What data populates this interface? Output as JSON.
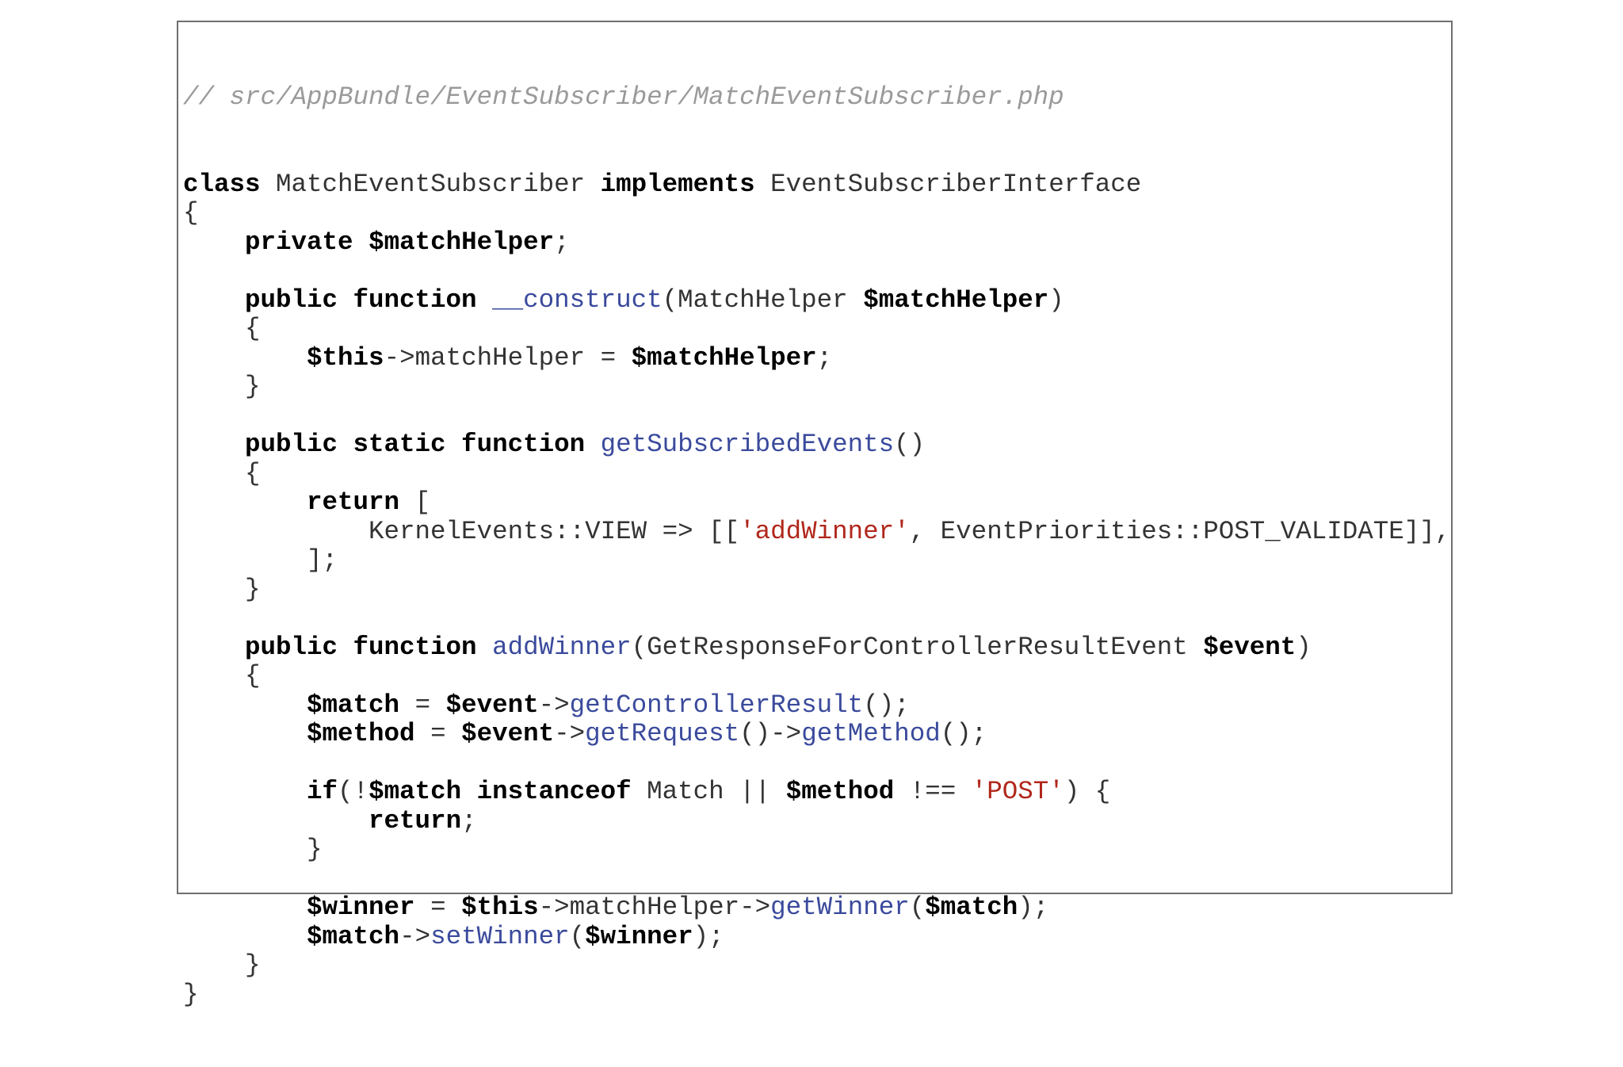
{
  "document": {
    "comment": "// src/AppBundle/EventSubscriber/MatchEventSubscriber.php",
    "lines": [
      [
        {
          "t": "kw",
          "v": "class"
        },
        {
          "t": "tx",
          "v": " MatchEventSubscriber "
        },
        {
          "t": "kw",
          "v": "implements"
        },
        {
          "t": "tx",
          "v": " EventSubscriberInterface"
        }
      ],
      [
        {
          "t": "tx",
          "v": "{"
        }
      ],
      [
        {
          "t": "tx",
          "v": "    "
        },
        {
          "t": "kw",
          "v": "private"
        },
        {
          "t": "tx",
          "v": " "
        },
        {
          "t": "var",
          "v": "$matchHelper"
        },
        {
          "t": "tx",
          "v": ";"
        }
      ],
      [],
      [
        {
          "t": "tx",
          "v": "    "
        },
        {
          "t": "kw",
          "v": "public function"
        },
        {
          "t": "tx",
          "v": " "
        },
        {
          "t": "fn",
          "v": "__construct"
        },
        {
          "t": "tx",
          "v": "(MatchHelper "
        },
        {
          "t": "var",
          "v": "$matchHelper"
        },
        {
          "t": "tx",
          "v": ")"
        }
      ],
      [
        {
          "t": "tx",
          "v": "    {"
        }
      ],
      [
        {
          "t": "tx",
          "v": "        "
        },
        {
          "t": "var",
          "v": "$this"
        },
        {
          "t": "tx",
          "v": "->matchHelper = "
        },
        {
          "t": "var",
          "v": "$matchHelper"
        },
        {
          "t": "tx",
          "v": ";"
        }
      ],
      [
        {
          "t": "tx",
          "v": "    }"
        }
      ],
      [],
      [
        {
          "t": "tx",
          "v": "    "
        },
        {
          "t": "kw",
          "v": "public static function"
        },
        {
          "t": "tx",
          "v": " "
        },
        {
          "t": "fn",
          "v": "getSubscribedEvents"
        },
        {
          "t": "tx",
          "v": "()"
        }
      ],
      [
        {
          "t": "tx",
          "v": "    {"
        }
      ],
      [
        {
          "t": "tx",
          "v": "        "
        },
        {
          "t": "kw",
          "v": "return"
        },
        {
          "t": "tx",
          "v": " ["
        }
      ],
      [
        {
          "t": "tx",
          "v": "            KernelEvents::VIEW => [["
        },
        {
          "t": "str",
          "v": "'addWinner'"
        },
        {
          "t": "tx",
          "v": ", EventPriorities::POST_VALIDATE]],"
        }
      ],
      [
        {
          "t": "tx",
          "v": "        ];"
        }
      ],
      [
        {
          "t": "tx",
          "v": "    }"
        }
      ],
      [],
      [
        {
          "t": "tx",
          "v": "    "
        },
        {
          "t": "kw",
          "v": "public function"
        },
        {
          "t": "tx",
          "v": " "
        },
        {
          "t": "fn",
          "v": "addWinner"
        },
        {
          "t": "tx",
          "v": "(GetResponseForControllerResultEvent "
        },
        {
          "t": "var",
          "v": "$event"
        },
        {
          "t": "tx",
          "v": ")"
        }
      ],
      [
        {
          "t": "tx",
          "v": "    {"
        }
      ],
      [
        {
          "t": "tx",
          "v": "        "
        },
        {
          "t": "var",
          "v": "$match"
        },
        {
          "t": "tx",
          "v": " = "
        },
        {
          "t": "var",
          "v": "$event"
        },
        {
          "t": "tx",
          "v": "->"
        },
        {
          "t": "fn",
          "v": "getControllerResult"
        },
        {
          "t": "tx",
          "v": "();"
        }
      ],
      [
        {
          "t": "tx",
          "v": "        "
        },
        {
          "t": "var",
          "v": "$method"
        },
        {
          "t": "tx",
          "v": " = "
        },
        {
          "t": "var",
          "v": "$event"
        },
        {
          "t": "tx",
          "v": "->"
        },
        {
          "t": "fn",
          "v": "getRequest"
        },
        {
          "t": "tx",
          "v": "()->"
        },
        {
          "t": "fn",
          "v": "getMethod"
        },
        {
          "t": "tx",
          "v": "();"
        }
      ],
      [],
      [
        {
          "t": "tx",
          "v": "        "
        },
        {
          "t": "kw",
          "v": "if"
        },
        {
          "t": "tx",
          "v": "(!"
        },
        {
          "t": "var",
          "v": "$match"
        },
        {
          "t": "tx",
          "v": " "
        },
        {
          "t": "kw",
          "v": "instanceof"
        },
        {
          "t": "tx",
          "v": " Match || "
        },
        {
          "t": "var",
          "v": "$method"
        },
        {
          "t": "tx",
          "v": " !== "
        },
        {
          "t": "str",
          "v": "'POST'"
        },
        {
          "t": "tx",
          "v": ") {"
        }
      ],
      [
        {
          "t": "tx",
          "v": "            "
        },
        {
          "t": "kw",
          "v": "return"
        },
        {
          "t": "tx",
          "v": ";"
        }
      ],
      [
        {
          "t": "tx",
          "v": "        }"
        }
      ],
      [],
      [
        {
          "t": "tx",
          "v": "        "
        },
        {
          "t": "var",
          "v": "$winner"
        },
        {
          "t": "tx",
          "v": " = "
        },
        {
          "t": "var",
          "v": "$this"
        },
        {
          "t": "tx",
          "v": "->matchHelper->"
        },
        {
          "t": "fn",
          "v": "getWinner"
        },
        {
          "t": "tx",
          "v": "("
        },
        {
          "t": "var",
          "v": "$match"
        },
        {
          "t": "tx",
          "v": ");"
        }
      ],
      [
        {
          "t": "tx",
          "v": "        "
        },
        {
          "t": "var",
          "v": "$match"
        },
        {
          "t": "tx",
          "v": "->"
        },
        {
          "t": "fn",
          "v": "setWinner"
        },
        {
          "t": "tx",
          "v": "("
        },
        {
          "t": "var",
          "v": "$winner"
        },
        {
          "t": "tx",
          "v": ");"
        }
      ],
      [
        {
          "t": "tx",
          "v": "    }"
        }
      ],
      [
        {
          "t": "tx",
          "v": "}"
        }
      ]
    ]
  }
}
